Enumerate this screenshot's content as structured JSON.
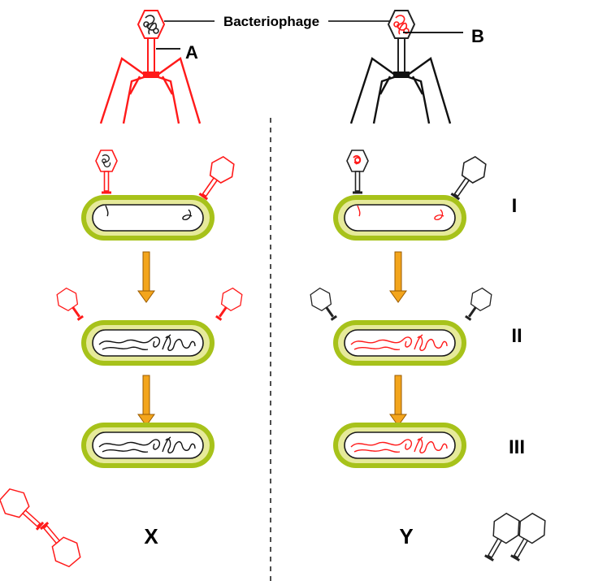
{
  "labels": {
    "bacteriophage": "Bacteriophage",
    "part_a": "A",
    "part_b": "B",
    "stage_1": "I",
    "stage_2": "II",
    "stage_3": "III",
    "experiment_x": "X",
    "experiment_y": "Y"
  },
  "colors": {
    "red_label": "#ff1010",
    "black_label": "#111111",
    "cell_wall_outer": "#a7c21a",
    "cell_wall_inner": "#e6ea9a",
    "arrow_fill": "#f3a51c",
    "arrow_stroke": "#9a5a00",
    "divider": "#222222"
  }
}
